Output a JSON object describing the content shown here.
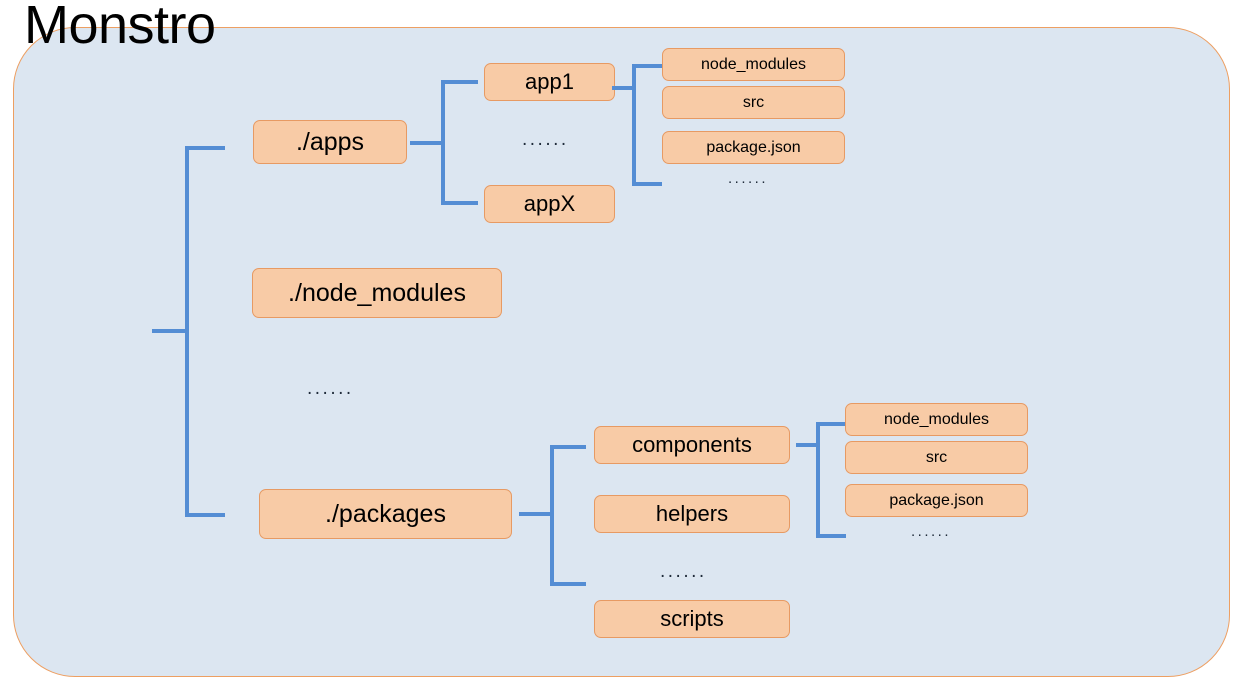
{
  "title": "Monstro",
  "colors": {
    "container_fill": "#DCE6F1",
    "container_border": "#ED9F62",
    "node_fill": "#F8CBA6",
    "node_border": "#E79A63",
    "connector": "#548DD4",
    "text": "#000000",
    "page_background": "#FFFFFF"
  },
  "ellipsis_glyph": "......",
  "tree": {
    "root_label": "Monstro",
    "level1": [
      {
        "id": "apps",
        "label": "./apps"
      },
      {
        "id": "node_modules",
        "label": "./node_modules"
      },
      {
        "id": "packages",
        "label": "./packages"
      }
    ],
    "apps_children": [
      {
        "id": "app1",
        "label": "app1"
      },
      {
        "id": "appX",
        "label": "appX"
      }
    ],
    "app_contents": [
      {
        "id": "app-node-modules",
        "label": "node_modules"
      },
      {
        "id": "app-src",
        "label": "src"
      },
      {
        "id": "app-package-json",
        "label": "package.json"
      }
    ],
    "packages_children": [
      {
        "id": "components",
        "label": "components"
      },
      {
        "id": "helpers",
        "label": "helpers"
      },
      {
        "id": "scripts",
        "label": "scripts"
      }
    ],
    "package_contents": [
      {
        "id": "pkg-node-modules",
        "label": "node_modules"
      },
      {
        "id": "pkg-src",
        "label": "src"
      },
      {
        "id": "pkg-package-json",
        "label": "package.json"
      }
    ]
  }
}
